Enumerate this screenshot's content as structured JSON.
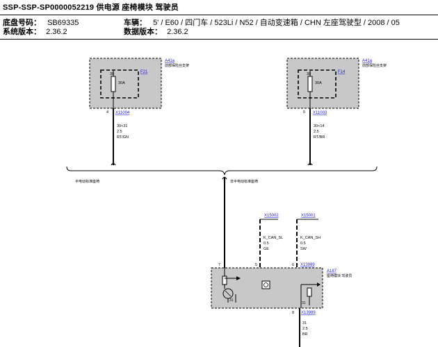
{
  "header": {
    "title": "SSP-SSP-SP0000052219 供电源 座椅模块 驾驶员",
    "chassis_label": "底盘号码：",
    "chassis_value": "SB69335",
    "system_label": "系统版本：",
    "system_value": "2.36.2",
    "vehicle_label": "车辆：",
    "vehicle_value": "5' / E60 / 四门车 / 523Li / N52 / 自动变速箱 / CHN 左座驾驶型 / 2008 / 05",
    "data_label": "数据版本：",
    "data_value": "2.36.2"
  },
  "diagram": {
    "fuse_left": {
      "component": "A41a",
      "component_desc": "前部保险丝支架",
      "fuse_id": "F21",
      "fuse_pin": "30",
      "rating": "30A",
      "pin": "4",
      "connector": "X11004",
      "wire_lines": [
        "30<31",
        "2.5",
        "RT/GN"
      ]
    },
    "fuse_right": {
      "component": "A41a",
      "component_desc": "前部保险丝支架",
      "fuse_id": "F14",
      "fuse_pin": "30",
      "rating": "30A",
      "pin": "5",
      "connector": "X11003",
      "wire_lines": [
        "30<14",
        "2.5",
        "RT/BR"
      ]
    },
    "variant_left": "半电动标准座椅",
    "variant_right": "非半电动标准座椅",
    "can_sl": {
      "connector": "X15002",
      "wire_lines": [
        "K_CAN_SL",
        "0.5",
        "GE"
      ]
    },
    "can_sh": {
      "connector": "X15001",
      "wire_lines": [
        "K_CAN_SH",
        "0.5",
        "SW"
      ]
    },
    "module": {
      "pins": [
        "7",
        "5",
        "6"
      ],
      "connector": "X13989",
      "component": "A187",
      "component_desc": "座椅模块 驾驶员",
      "internal_31_left": "31",
      "internal_31_right": "31"
    },
    "ground": {
      "pin": "8",
      "connector": "X13989",
      "wire_lines": [
        "31",
        "2.5",
        "BR"
      ]
    }
  }
}
